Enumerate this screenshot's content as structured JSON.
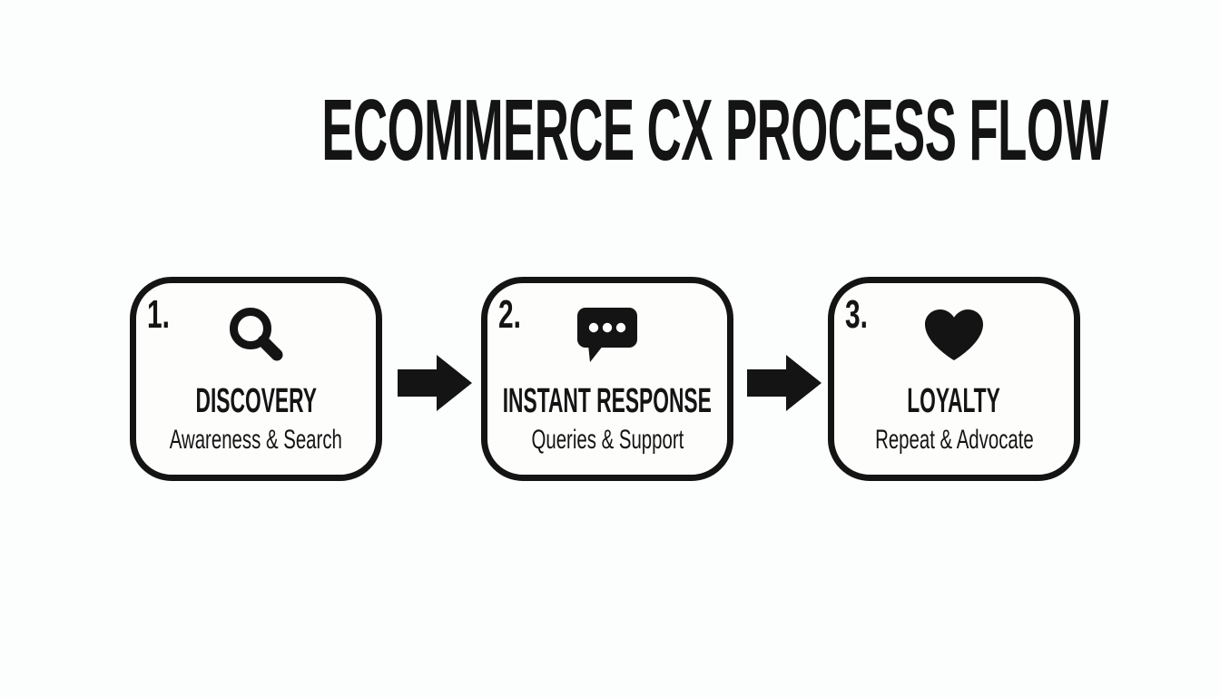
{
  "colors": {
    "ink": "#141414",
    "background": "#fcfdfd"
  },
  "title": "ECOMMERCE CX PROCESS FLOW",
  "steps": [
    {
      "number": "1.",
      "icon": "magnifier-icon",
      "title": "DISCOVERY",
      "subtitle": "Awareness & Search"
    },
    {
      "number": "2.",
      "icon": "chat-bubble-icon",
      "title": "INSTANT RESPONSE",
      "subtitle": "Queries & Support"
    },
    {
      "number": "3.",
      "icon": "heart-icon",
      "title": "LOYALTY",
      "subtitle": "Repeat & Advocate"
    }
  ],
  "connectors": [
    "right-arrow",
    "right-arrow"
  ]
}
